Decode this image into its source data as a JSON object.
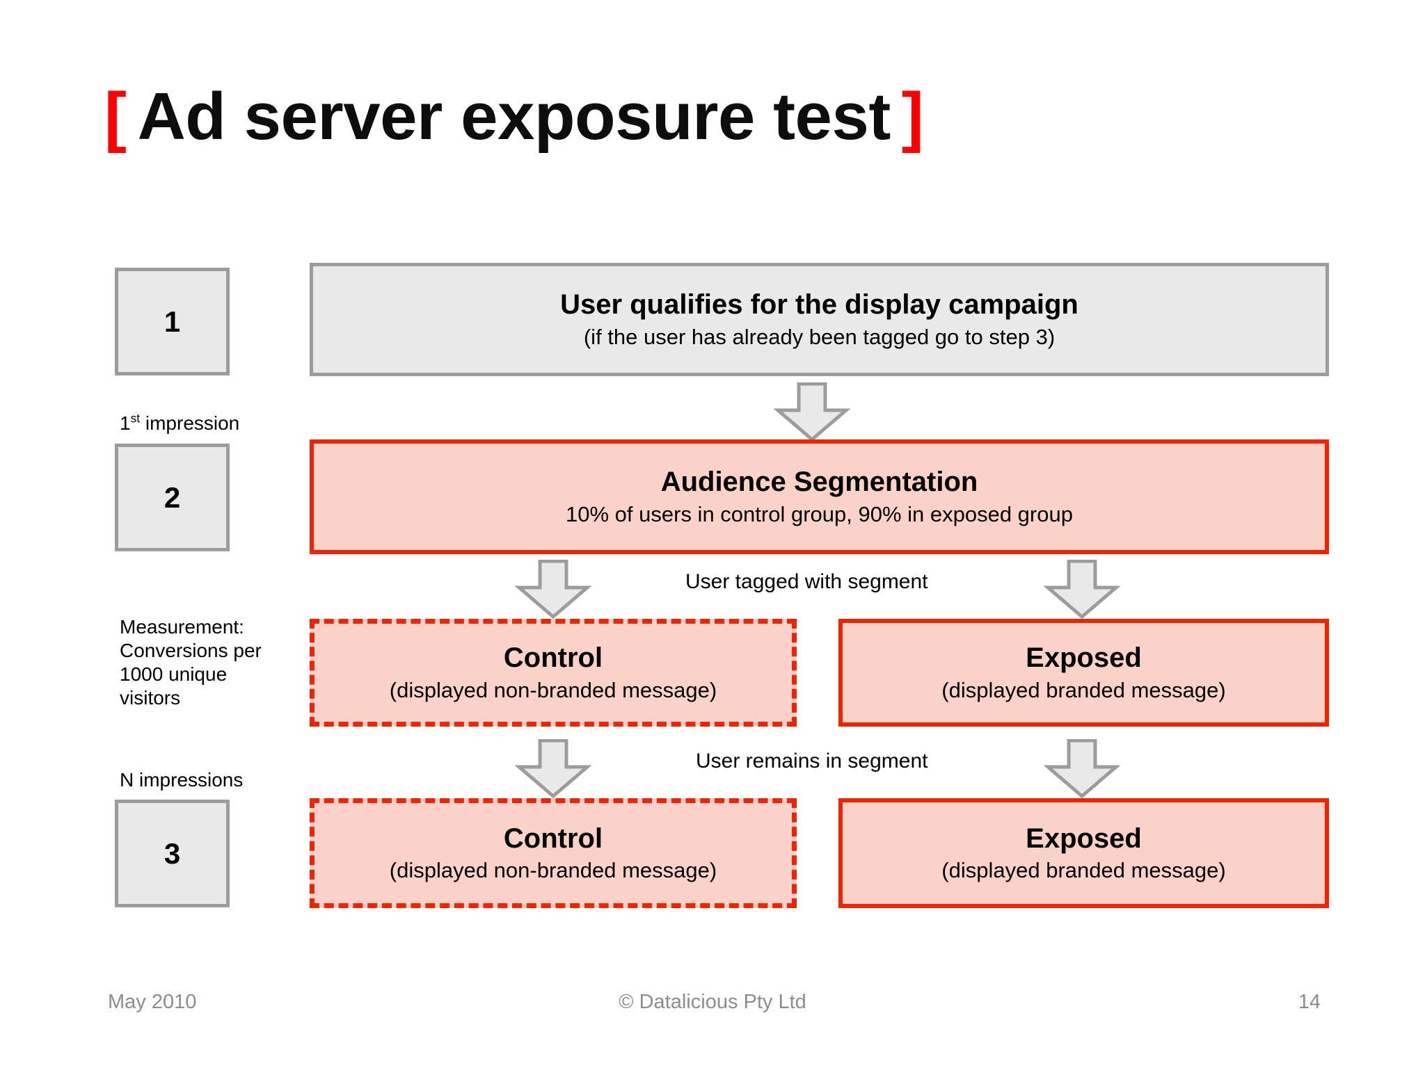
{
  "slide": {
    "title": {
      "open_bracket": "[",
      "text": "Ad server exposure test",
      "close_bracket": "]",
      "bracket_color": "#FF0000"
    },
    "rail_labels": [
      {
        "text": "1st impression",
        "prefix": "1",
        "sup": "st",
        "suffix": " impression"
      },
      {
        "text": "Measurement: Conversions per 1000 unique visitors"
      },
      {
        "text": "N impressions"
      }
    ],
    "steps": [
      {
        "number": "1"
      },
      {
        "number": "2"
      },
      {
        "number": "3"
      }
    ],
    "boxes": {
      "step1": {
        "headline": "User qualifies for the display campaign",
        "sub": "(if the user has already been tagged go to step 3)"
      },
      "step2": {
        "headline": "Audience Segmentation",
        "sub": "10% of users in control group, 90% in exposed group"
      },
      "row2_control": {
        "headline": "Control",
        "sub": "(displayed non-branded message)"
      },
      "row2_exposed": {
        "headline": "Exposed",
        "sub": "(displayed branded message)"
      },
      "row3_control": {
        "headline": "Control",
        "sub": "(displayed non-branded message)"
      },
      "row3_exposed": {
        "headline": "Exposed",
        "sub": "(displayed branded message)"
      }
    },
    "connector_labels": [
      "User tagged with segment",
      "User remains in segment"
    ],
    "footer": {
      "date": "May 2010",
      "copyright": "© Datalicious Pty Ltd",
      "page_number": "14"
    },
    "colors": {
      "accent_red": "#F22300",
      "red_fill": "#FBD2C8",
      "gray_border": "#9C9C9C",
      "gray_fill": "#E9E9E9",
      "footer_text": "#8C8C8C",
      "bracket_red": "#FF0000"
    }
  }
}
